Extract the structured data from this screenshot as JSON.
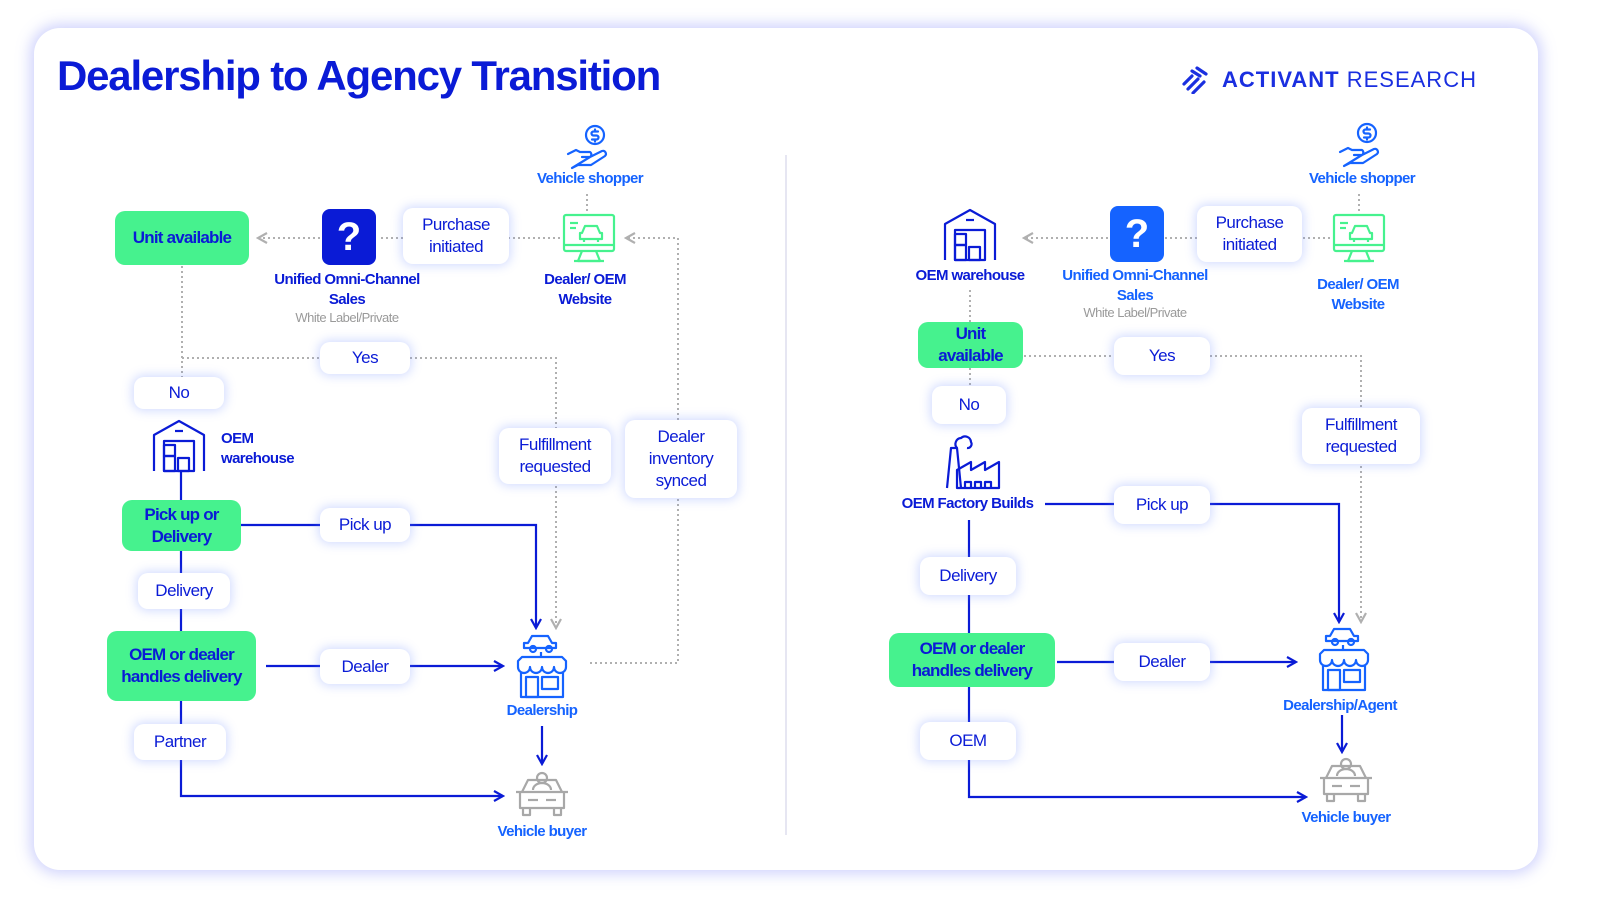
{
  "title": "Dealership to Agency Transition",
  "logo": {
    "brand": "ACTIVANT",
    "suffix": "RESEARCH"
  },
  "colors": {
    "dark_blue": "#0a1bd6",
    "bright_blue": "#1563ff",
    "green": "#46f28e",
    "gray": "#a8a8a8"
  },
  "left": {
    "vehicle_shopper": "Vehicle shopper",
    "website": "Dealer/ OEM\nWebsite",
    "purchase_initiated": "Purchase initiated",
    "omni_channel": "Unified Omni-Channel Sales",
    "omni_sub": "White Label/Private",
    "unit_available": "Unit available",
    "yes": "Yes",
    "no": "No",
    "oem_warehouse": "OEM warehouse",
    "fulfillment": "Fulfillment requested",
    "dealer_inventory": "Dealer inventory synced",
    "pickup_or_delivery": "Pick up or Delivery",
    "pick_up": "Pick up",
    "delivery": "Delivery",
    "oem_or_dealer": "OEM or dealer handles delivery",
    "dealer": "Dealer",
    "partner": "Partner",
    "dealership": "Dealership",
    "vehicle_buyer": "Vehicle buyer"
  },
  "right": {
    "vehicle_shopper": "Vehicle shopper",
    "website": "Dealer/ OEM Website",
    "purchase_initiated": "Purchase initiated",
    "omni_channel": "Unified Omni-Channel Sales",
    "omni_sub": "White Label/Private",
    "oem_warehouse": "OEM warehouse",
    "unit_available": "Unit available",
    "yes": "Yes",
    "no": "No",
    "fulfillment": "Fulfillment requested",
    "factory": "OEM Factory Builds",
    "pick_up": "Pick up",
    "delivery": "Delivery",
    "oem_or_dealer": "OEM or dealer handles delivery",
    "dealer": "Dealer",
    "oem": "OEM",
    "dealership": "Dealership/Agent",
    "vehicle_buyer": "Vehicle buyer"
  },
  "icons": {
    "question": "?"
  }
}
